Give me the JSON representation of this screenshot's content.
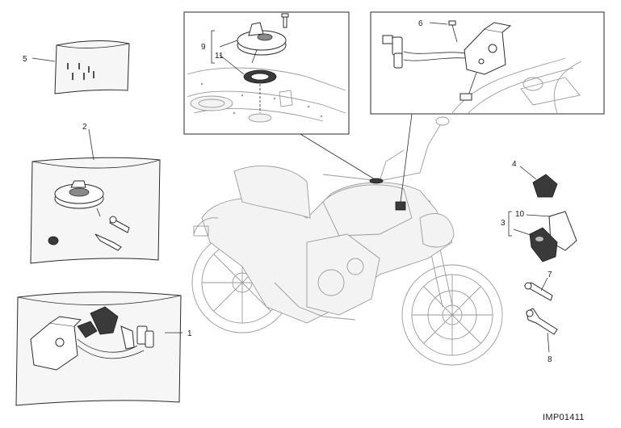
{
  "diagram": {
    "drawing_code": "IMP01411",
    "callouts": [
      {
        "id": "c1",
        "label": "1"
      },
      {
        "id": "c2",
        "label": "2"
      },
      {
        "id": "c3",
        "label": "3"
      },
      {
        "id": "c4",
        "label": "4"
      },
      {
        "id": "c5",
        "label": "5"
      },
      {
        "id": "c6",
        "label": "6"
      },
      {
        "id": "c7",
        "label": "7"
      },
      {
        "id": "c8",
        "label": "8"
      },
      {
        "id": "c9",
        "label": "9"
      },
      {
        "id": "c10",
        "label": "10"
      },
      {
        "id": "c11",
        "label": "11"
      }
    ]
  }
}
